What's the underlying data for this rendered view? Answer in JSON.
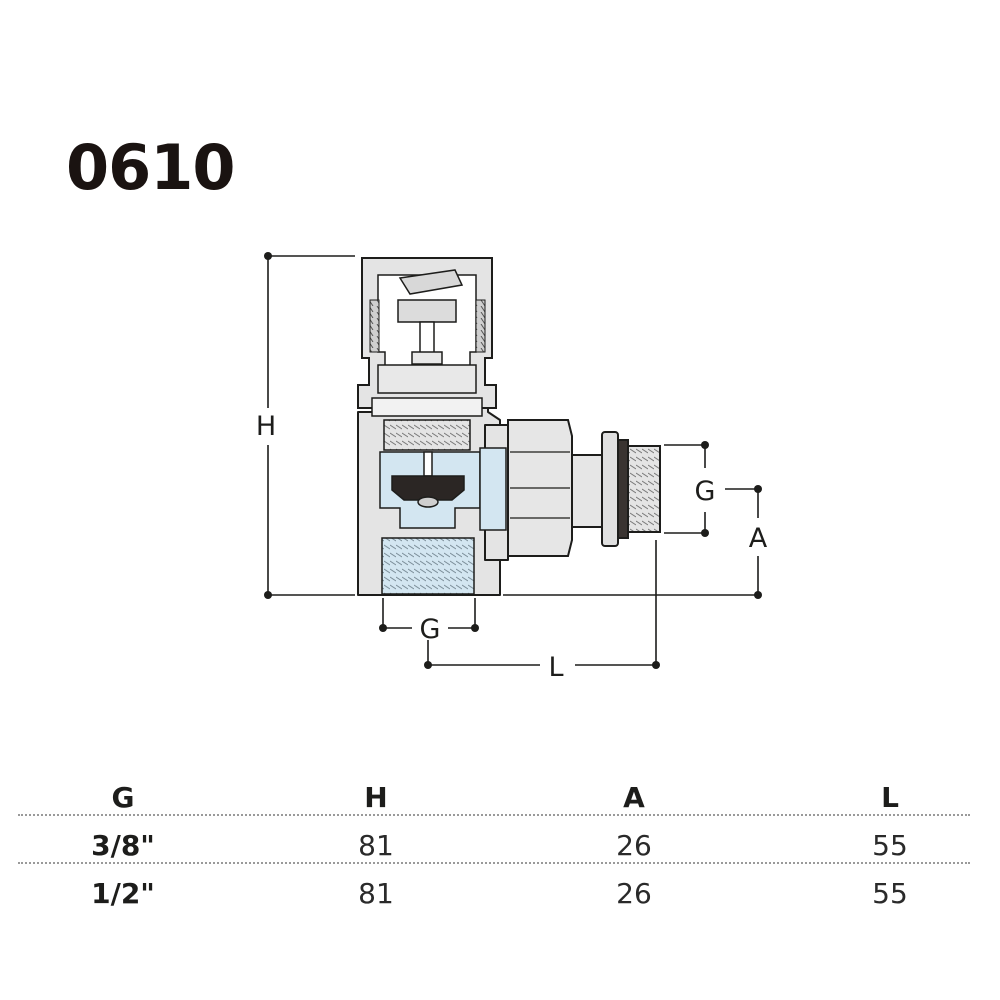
{
  "title": "0610",
  "dimension_labels": {
    "height": "H",
    "thread_bottom": "G",
    "thread_side": "G",
    "axis_offset": "A",
    "length": "L"
  },
  "table": {
    "headers": [
      "G",
      "H",
      "A",
      "L"
    ],
    "rows": [
      [
        "3/8\"",
        "81",
        "26",
        "55"
      ],
      [
        "1/2\"",
        "81",
        "26",
        "55"
      ]
    ]
  },
  "colors": {
    "outline": "#1d1d1b",
    "body_fill": "#e4e4e4",
    "water_fill": "#d3e6f1",
    "seal_fill": "#2b2624",
    "dotted_rule": "#9a9a9a"
  }
}
